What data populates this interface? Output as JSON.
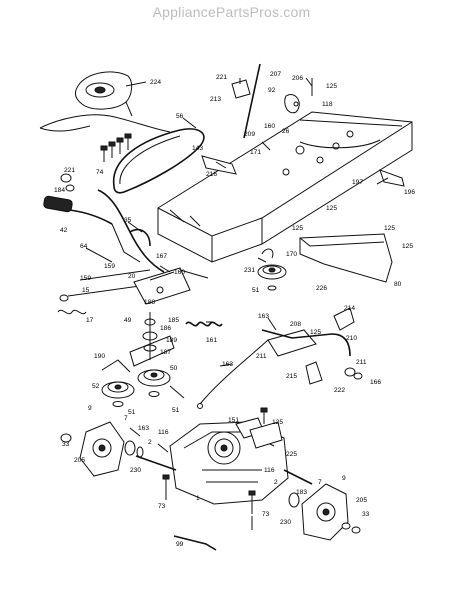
{
  "site": {
    "watermark": "AppliancePartsPros.com"
  },
  "callouts": {
    "c224": "224",
    "c56": "56",
    "c221a": "221",
    "c213": "213",
    "c207": "207",
    "c206": "206",
    "c125a": "125",
    "c92": "92",
    "c118": "118",
    "c160a": "160",
    "c26": "26",
    "c209": "209",
    "c171": "171",
    "c143": "143",
    "c216": "216",
    "c74": "74",
    "c221b": "221",
    "c184": "184",
    "c42": "42",
    "c35": "35",
    "c197": "197",
    "c196": "196",
    "c125b": "125",
    "c125c": "125",
    "c125d": "125",
    "c125e": "125",
    "c64": "64",
    "c159a": "159",
    "c167": "167",
    "c160b": "160",
    "c20": "20",
    "c170": "170",
    "c231": "231",
    "c51a": "51",
    "c226": "226",
    "c80": "80",
    "c159b": "159",
    "c15": "15",
    "c188": "188",
    "c17": "17",
    "c214": "214",
    "c49": "49",
    "c185": "185",
    "c186": "186",
    "c189": "189",
    "c161": "161",
    "c163a": "163",
    "c208": "208",
    "c125f": "125",
    "c210": "210",
    "c187": "187",
    "c190": "190",
    "c50": "50",
    "c52": "52",
    "c211a": "211",
    "c211b": "211",
    "c163b": "163",
    "c215": "215",
    "c222": "222",
    "c166": "166",
    "c51b": "51",
    "c51c": "51",
    "c9a": "9",
    "c7a": "7",
    "c151": "151",
    "c125g": "125",
    "c33a": "33",
    "c205a": "205",
    "c163c": "163",
    "c116a": "116",
    "c2a": "2",
    "c225": "225",
    "c230a": "230",
    "c116b": "116",
    "c73a": "73",
    "c1": "1",
    "c2b": "2",
    "c183": "183",
    "c7b": "7",
    "c9b": "9",
    "c205b": "205",
    "c99": "99",
    "c73b": "73",
    "c230b": "230",
    "c33b": "33"
  }
}
